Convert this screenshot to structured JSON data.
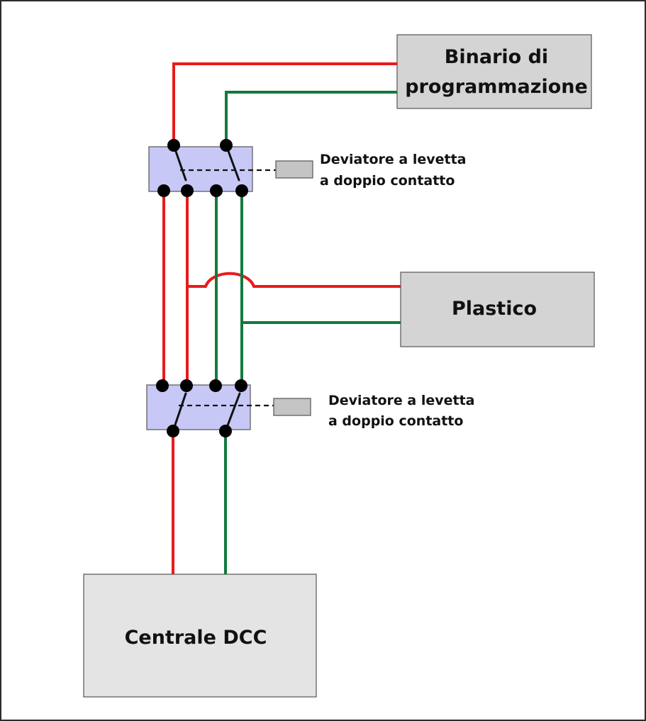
{
  "colors": {
    "red_wire": "#e81b1b",
    "green_wire": "#127a3e",
    "box_fill": "#d4d4d4",
    "central_fill": "#e4e4e4",
    "switch_fill": "#c8c8f6",
    "handle_fill": "#c4c4c4"
  },
  "boxes": {
    "programming_track": {
      "line1": "Binario di",
      "line2": "programmazione"
    },
    "layout": {
      "label": "Plastico"
    },
    "dcc_central": {
      "label": "Centrale DCC"
    }
  },
  "switches": {
    "top": {
      "line1": "Deviatore a levetta",
      "line2": "a doppio contatto"
    },
    "bottom": {
      "line1": "Deviatore a levetta",
      "line2": "a doppio contatto"
    }
  }
}
